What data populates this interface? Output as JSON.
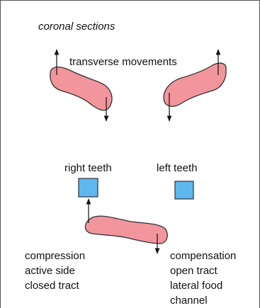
{
  "title": "coronal sections",
  "labels": {
    "transverse": "transverse movements",
    "right_teeth": "right teeth",
    "left_teeth": "left teeth",
    "left_block": [
      "compression",
      "active side",
      "closed tract"
    ],
    "right_block": [
      "compensation",
      "open tract",
      "lateral food",
      "channel"
    ]
  },
  "colors": {
    "tongue_fill": "#f2959c",
    "tongue_stroke": "#333333",
    "tooth_fill": "#5fb7ef",
    "tooth_stroke": "#333333",
    "arrow": "#111111"
  }
}
